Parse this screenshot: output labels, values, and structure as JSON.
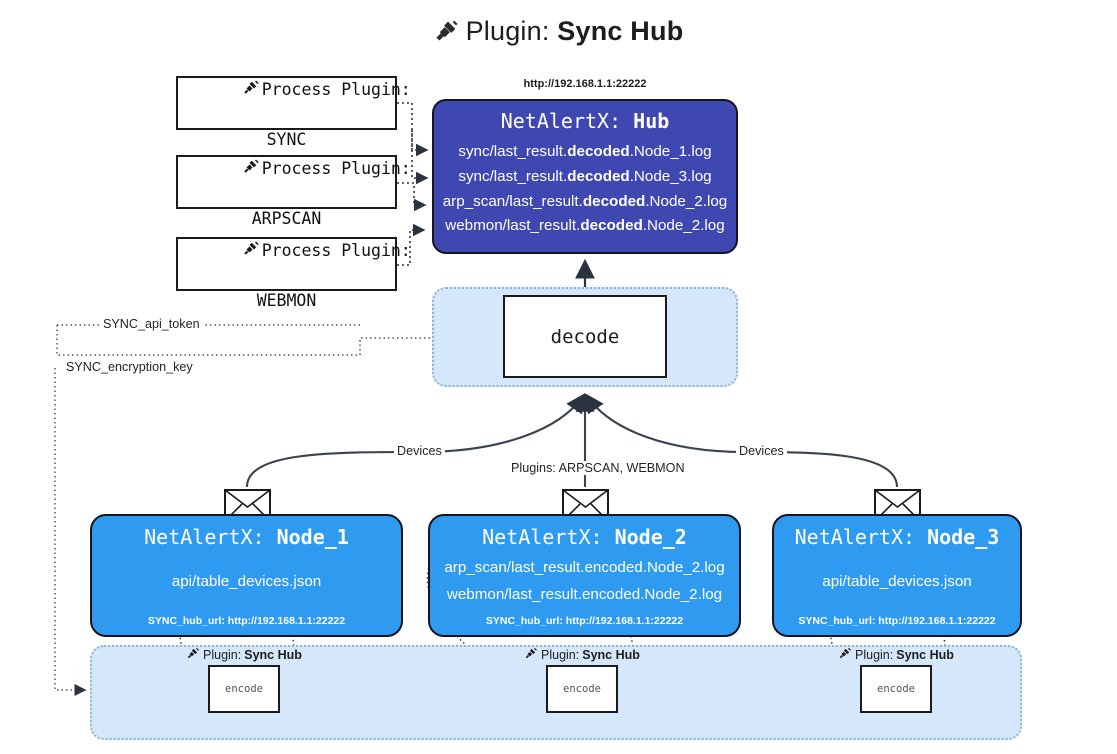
{
  "header": {
    "icon": "plug-icon",
    "prefix": "Plugin:",
    "name": "Sync Hub"
  },
  "process_plugins": [
    {
      "icon": "plug-icon",
      "line1": "Process Plugin:",
      "line2": "SYNC"
    },
    {
      "icon": "plug-icon",
      "line1": "Process Plugin:",
      "line2": "ARPSCAN"
    },
    {
      "icon": "plug-icon",
      "line1": "Process Plugin:",
      "line2": "WEBMON"
    }
  ],
  "hub": {
    "url": "http://192.168.1.1:22222",
    "title_prefix": "NetAlertX: ",
    "title_name": "Hub",
    "logs": [
      {
        "pre": "sync/last_result.",
        "mid": "decoded",
        "post": ".Node_1.log"
      },
      {
        "pre": "sync/last_result.",
        "mid": "decoded",
        "post": ".Node_3.log"
      },
      {
        "pre": "arp_scan/last_result.",
        "mid": "decoded",
        "post": ".Node_2.log"
      },
      {
        "pre": "webmon/last_result.",
        "mid": "decoded",
        "post": ".Node_2.log"
      }
    ]
  },
  "decode": {
    "label": "decode"
  },
  "secrets": [
    {
      "label": "SYNC_api_token"
    },
    {
      "label": "SYNC_encryption_key"
    }
  ],
  "edge_labels": {
    "devices_left": "Devices",
    "devices_right": "Devices",
    "center": "Plugins: ARPSCAN, WEBMON"
  },
  "nodes": [
    {
      "icon": "envelope-icon",
      "title_prefix": "NetAlertX: ",
      "title_name": "Node_1",
      "lines": [
        "api/table_devices.json"
      ],
      "footer": "SYNC_hub_url: http://192.168.1.1:22222"
    },
    {
      "icon": "envelope-icon",
      "title_prefix": "NetAlertX: ",
      "title_name": "Node_2",
      "lines": [
        "arp_scan/last_result.encoded.Node_2.log",
        "webmon/last_result.encoded.Node_2.log"
      ],
      "footer": "SYNC_hub_url: http://192.168.1.1:22222"
    },
    {
      "icon": "envelope-icon",
      "title_prefix": "NetAlertX: ",
      "title_name": "Node_3",
      "lines": [
        "api/table_devices.json"
      ],
      "footer": "SYNC_hub_url: http://192.168.1.1:22222"
    }
  ],
  "encoders": [
    {
      "icon": "plug-icon",
      "plugin_prefix": "Plugin:",
      "plugin_name": "Sync Hub",
      "label": "encode"
    },
    {
      "icon": "plug-icon",
      "plugin_prefix": "Plugin:",
      "plugin_name": "Sync Hub",
      "label": "encode"
    },
    {
      "icon": "plug-icon",
      "plugin_prefix": "Plugin:",
      "plugin_name": "Sync Hub",
      "label": "encode"
    }
  ],
  "colors": {
    "hub_fill": "#3f48b0",
    "node_fill": "#2f9bf0",
    "container_fill": "#d5e7fa",
    "line": "#2b3340",
    "background": "#ffffff"
  }
}
